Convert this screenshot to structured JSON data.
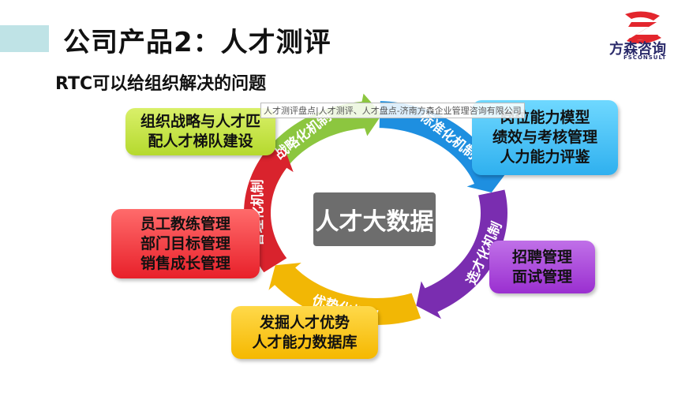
{
  "header": {
    "title": "公司产品2：人才测评",
    "subtitle": "RTC可以给组织解决的问题"
  },
  "logo": {
    "name": "方森咨询",
    "sub": "FSCONSULT",
    "icon": "fs-logo-icon",
    "color": "#e3262d"
  },
  "watermark": "人才测评盘点|人才测评、人才盘点-济南方森企业管理咨询有限公司",
  "diagram": {
    "core": "人才大数据",
    "mechanisms": [
      {
        "label": "战略化机制",
        "color": "#8cc63f"
      },
      {
        "label": "标准化机制",
        "color": "#1e8fe0"
      },
      {
        "label": "选才化机制",
        "color": "#7a2db0"
      },
      {
        "label": "优势化机制",
        "color": "#f2b705"
      },
      {
        "label": "管理化机制",
        "color": "#d9232d"
      }
    ],
    "boxes": {
      "strategy": [
        "组织战略与人才匹",
        "配人才梯队建设"
      ],
      "standard": [
        "岗位能力模型",
        "绩效与考核管理",
        "人力能力评鉴"
      ],
      "recruit": [
        "招聘管理",
        "面试管理"
      ],
      "talent": [
        "发掘人才优势",
        "人才能力数据库"
      ],
      "coach": [
        "员工教练管理",
        "部门目标管理",
        "销售成长管理"
      ]
    }
  }
}
